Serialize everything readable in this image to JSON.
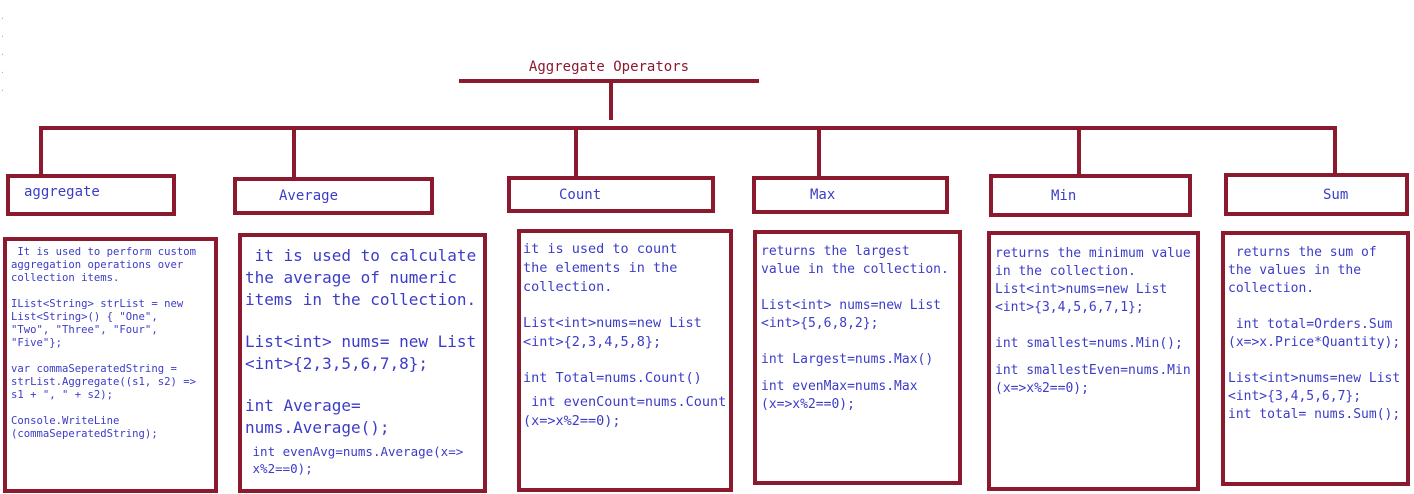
{
  "root": {
    "title": "Aggregate Operators"
  },
  "operators": [
    {
      "name": "aggregate",
      "paragraphs": [
        " It is used to perform custom\naggregation operations over\ncollection items.",
        "IList<String> strList = new\nList<String>() { \"One\",\n\"Two\", \"Three\", \"Four\",\n\"Five\"};",
        "var commaSeperatedString =\nstrList.Aggregate((s1, s2) =>\ns1 + \", \" + s2);",
        "Console.WriteLine\n(commaSeperatedString);"
      ]
    },
    {
      "name": "Average",
      "paragraphs": [
        " it is used to calculate\nthe average of numeric\nitems in the collection.",
        "List<int> nums= new List\n<int>{2,3,5,6,7,8};",
        "int Average=\nnums.Average();",
        " int evenAvg=nums.Average(x=>\n x%2==0);"
      ]
    },
    {
      "name": "Count",
      "paragraphs": [
        "it is used to count\nthe elements in the\ncollection.",
        "List<int>nums=new List\n<int>{2,3,4,5,8};",
        "int Total=nums.Count()",
        " int evenCount=nums.Count\n(x=>x%2==0);"
      ]
    },
    {
      "name": "Max",
      "paragraphs": [
        "returns the largest\nvalue in the collection.",
        "List<int> nums=new List\n<int>{5,6,8,2};",
        "int Largest=nums.Max()",
        "int evenMax=nums.Max\n(x=>x%2==0);"
      ]
    },
    {
      "name": "Min",
      "paragraphs": [
        "returns the minimum value\nin the collection.\nList<int>nums=new List\n<int>{3,4,5,6,7,1};",
        "int smallest=nums.Min();",
        "int smallestEven=nums.Min\n(x=>x%2==0);"
      ]
    },
    {
      "name": "Sum",
      "paragraphs": [
        " returns the sum of\nthe values in the\ncollection.",
        " int total=Orders.Sum\n(x=>x.Price*Quantity);",
        "List<int>nums=new List\n<int>{3,4,5,6,7};\nint total= nums.Sum();"
      ]
    }
  ]
}
